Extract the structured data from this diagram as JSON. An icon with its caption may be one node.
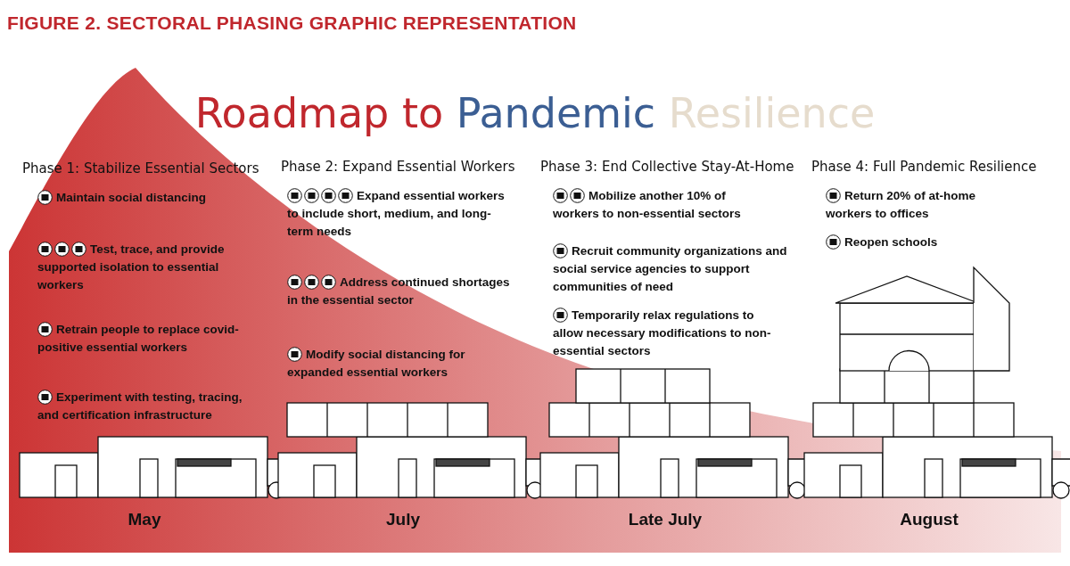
{
  "diagram": {
    "title": "FIGURE 2. SECTORAL PHASING GRAPHIC REPRESENTATION",
    "labels": [
      "Roadmap to Pandemic Resilience",
      "Phase 1: Stabilize Essential Sectors",
      "Maintain social distancing",
      "Test, trace, and provide supported isolation to essential workers",
      "Retrain people to replace covid-positive essential workers",
      "Experiment with testing, tracing, and certification infrastructure",
      "Phase 2: Expand Essential Workers",
      "Expand essential workers to include short, medium, and long-term needs",
      "Address continued shortages in the essential sector",
      "Modify social distancing for expanded essential workers",
      "Phase 3: End Collective Stay-At-Home",
      "Mobilize another 10% of workers to non-essential sectors",
      "Recruit community organizations and social service agencies to support communities of need",
      "Temporarily relax regulations to allow necessary modifications to non-essential sectors",
      "Phase 4: Full Pandemic Resilience",
      "Return 20% of at-home workers to offices",
      "Reopen schools",
      "May",
      "July",
      "Late July",
      "August"
    ]
  }
}
